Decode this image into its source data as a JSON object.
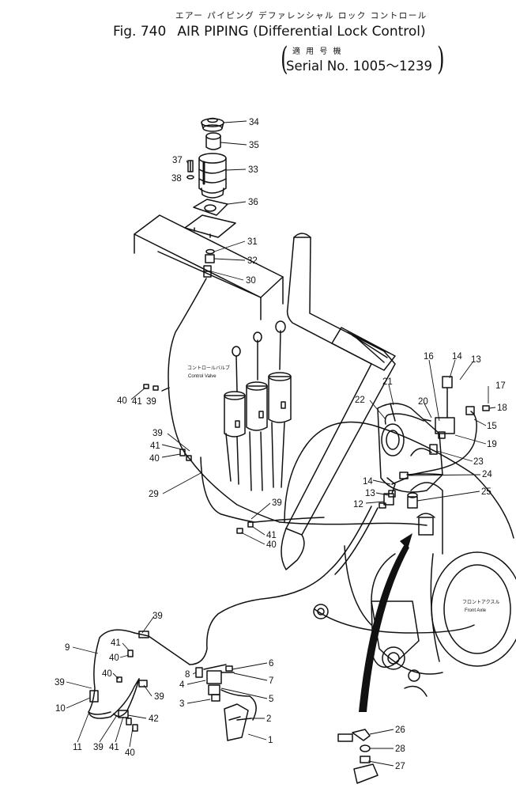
{
  "header": {
    "title_jp": "エアー パイピング デファレンシャル ロック コントロール",
    "fig_no": "Fig. 740",
    "title_en": "AIR  PIPING (Differential Lock Control)",
    "serial_jp": "適 用 号 機",
    "serial_en": "Serial No. 1005～1239"
  },
  "labels": {
    "control_valve_jp": "コントロールバルブ",
    "control_valve_en": "Control Valve",
    "front_axle_jp": "フロントアクスル",
    "front_axle_en": "Front Axle"
  },
  "callouts": [
    "34",
    "35",
    "37",
    "38",
    "33",
    "36",
    "31",
    "32",
    "30",
    "40",
    "41",
    "39",
    "39",
    "41",
    "40",
    "29",
    "39",
    "41",
    "40",
    "16",
    "14",
    "13",
    "21",
    "22",
    "20",
    "17",
    "18",
    "15",
    "19",
    "23",
    "24",
    "14",
    "13",
    "12",
    "25",
    "39",
    "9",
    "41",
    "40",
    "40",
    "39",
    "39",
    "10",
    "42",
    "11",
    "39",
    "41",
    "40",
    "8",
    "6",
    "7",
    "4",
    "5",
    "3",
    "2",
    "1",
    "26",
    "28",
    "27"
  ]
}
